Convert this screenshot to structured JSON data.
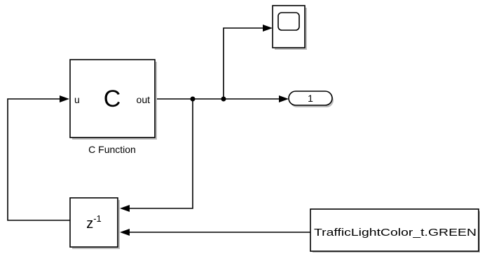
{
  "blocks": {
    "c_function": {
      "symbol": "C",
      "input_port": "u",
      "output_port": "out",
      "caption": "C Function"
    },
    "unit_delay": {
      "base": "z",
      "exponent": "-1"
    },
    "outport": {
      "number": "1"
    },
    "constant": {
      "value": "TrafficLightColor_t.GREEN"
    },
    "scope": {
      "icon": "scope-icon"
    }
  },
  "colors": {
    "stroke": "#000000",
    "shadow": "#bdbdbd",
    "background": "#ffffff"
  }
}
